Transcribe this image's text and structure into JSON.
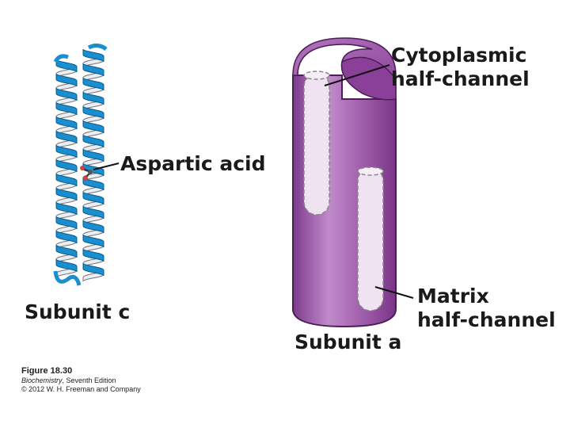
{
  "labels": {
    "aspartic_acid": "Aspartic acid",
    "subunit_c": "Subunit c",
    "subunit_a": "Subunit a",
    "cytoplasmic_line1": "Cytoplasmic",
    "cytoplasmic_line2": "half-channel",
    "matrix_line1": "Matrix",
    "matrix_line2": "half-channel"
  },
  "caption": {
    "figure": "Figure 18.30",
    "book_title": "Biochemistry",
    "book_edition": ", Seventh Edition",
    "copyright": "© 2012 W. H. Freeman and Company"
  },
  "colors": {
    "helix_blue": "#1a8fd0",
    "helix_white": "#e8eef4",
    "cylinder_purple": "#9b4fa8",
    "cylinder_light": "#c58fcf",
    "channel_fill": "#efe3f2"
  }
}
